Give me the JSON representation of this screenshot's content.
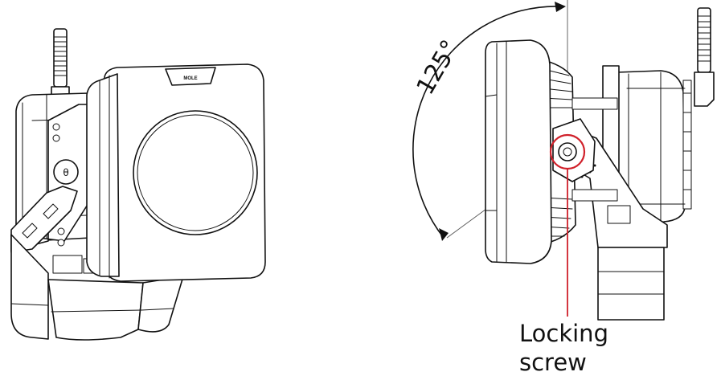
{
  "angle_label": "125°",
  "callout": {
    "line1": "Locking",
    "line2": "screw",
    "color": "#d0202a"
  },
  "brand_logo_text": "MOLE",
  "stroke_color": "#111111"
}
